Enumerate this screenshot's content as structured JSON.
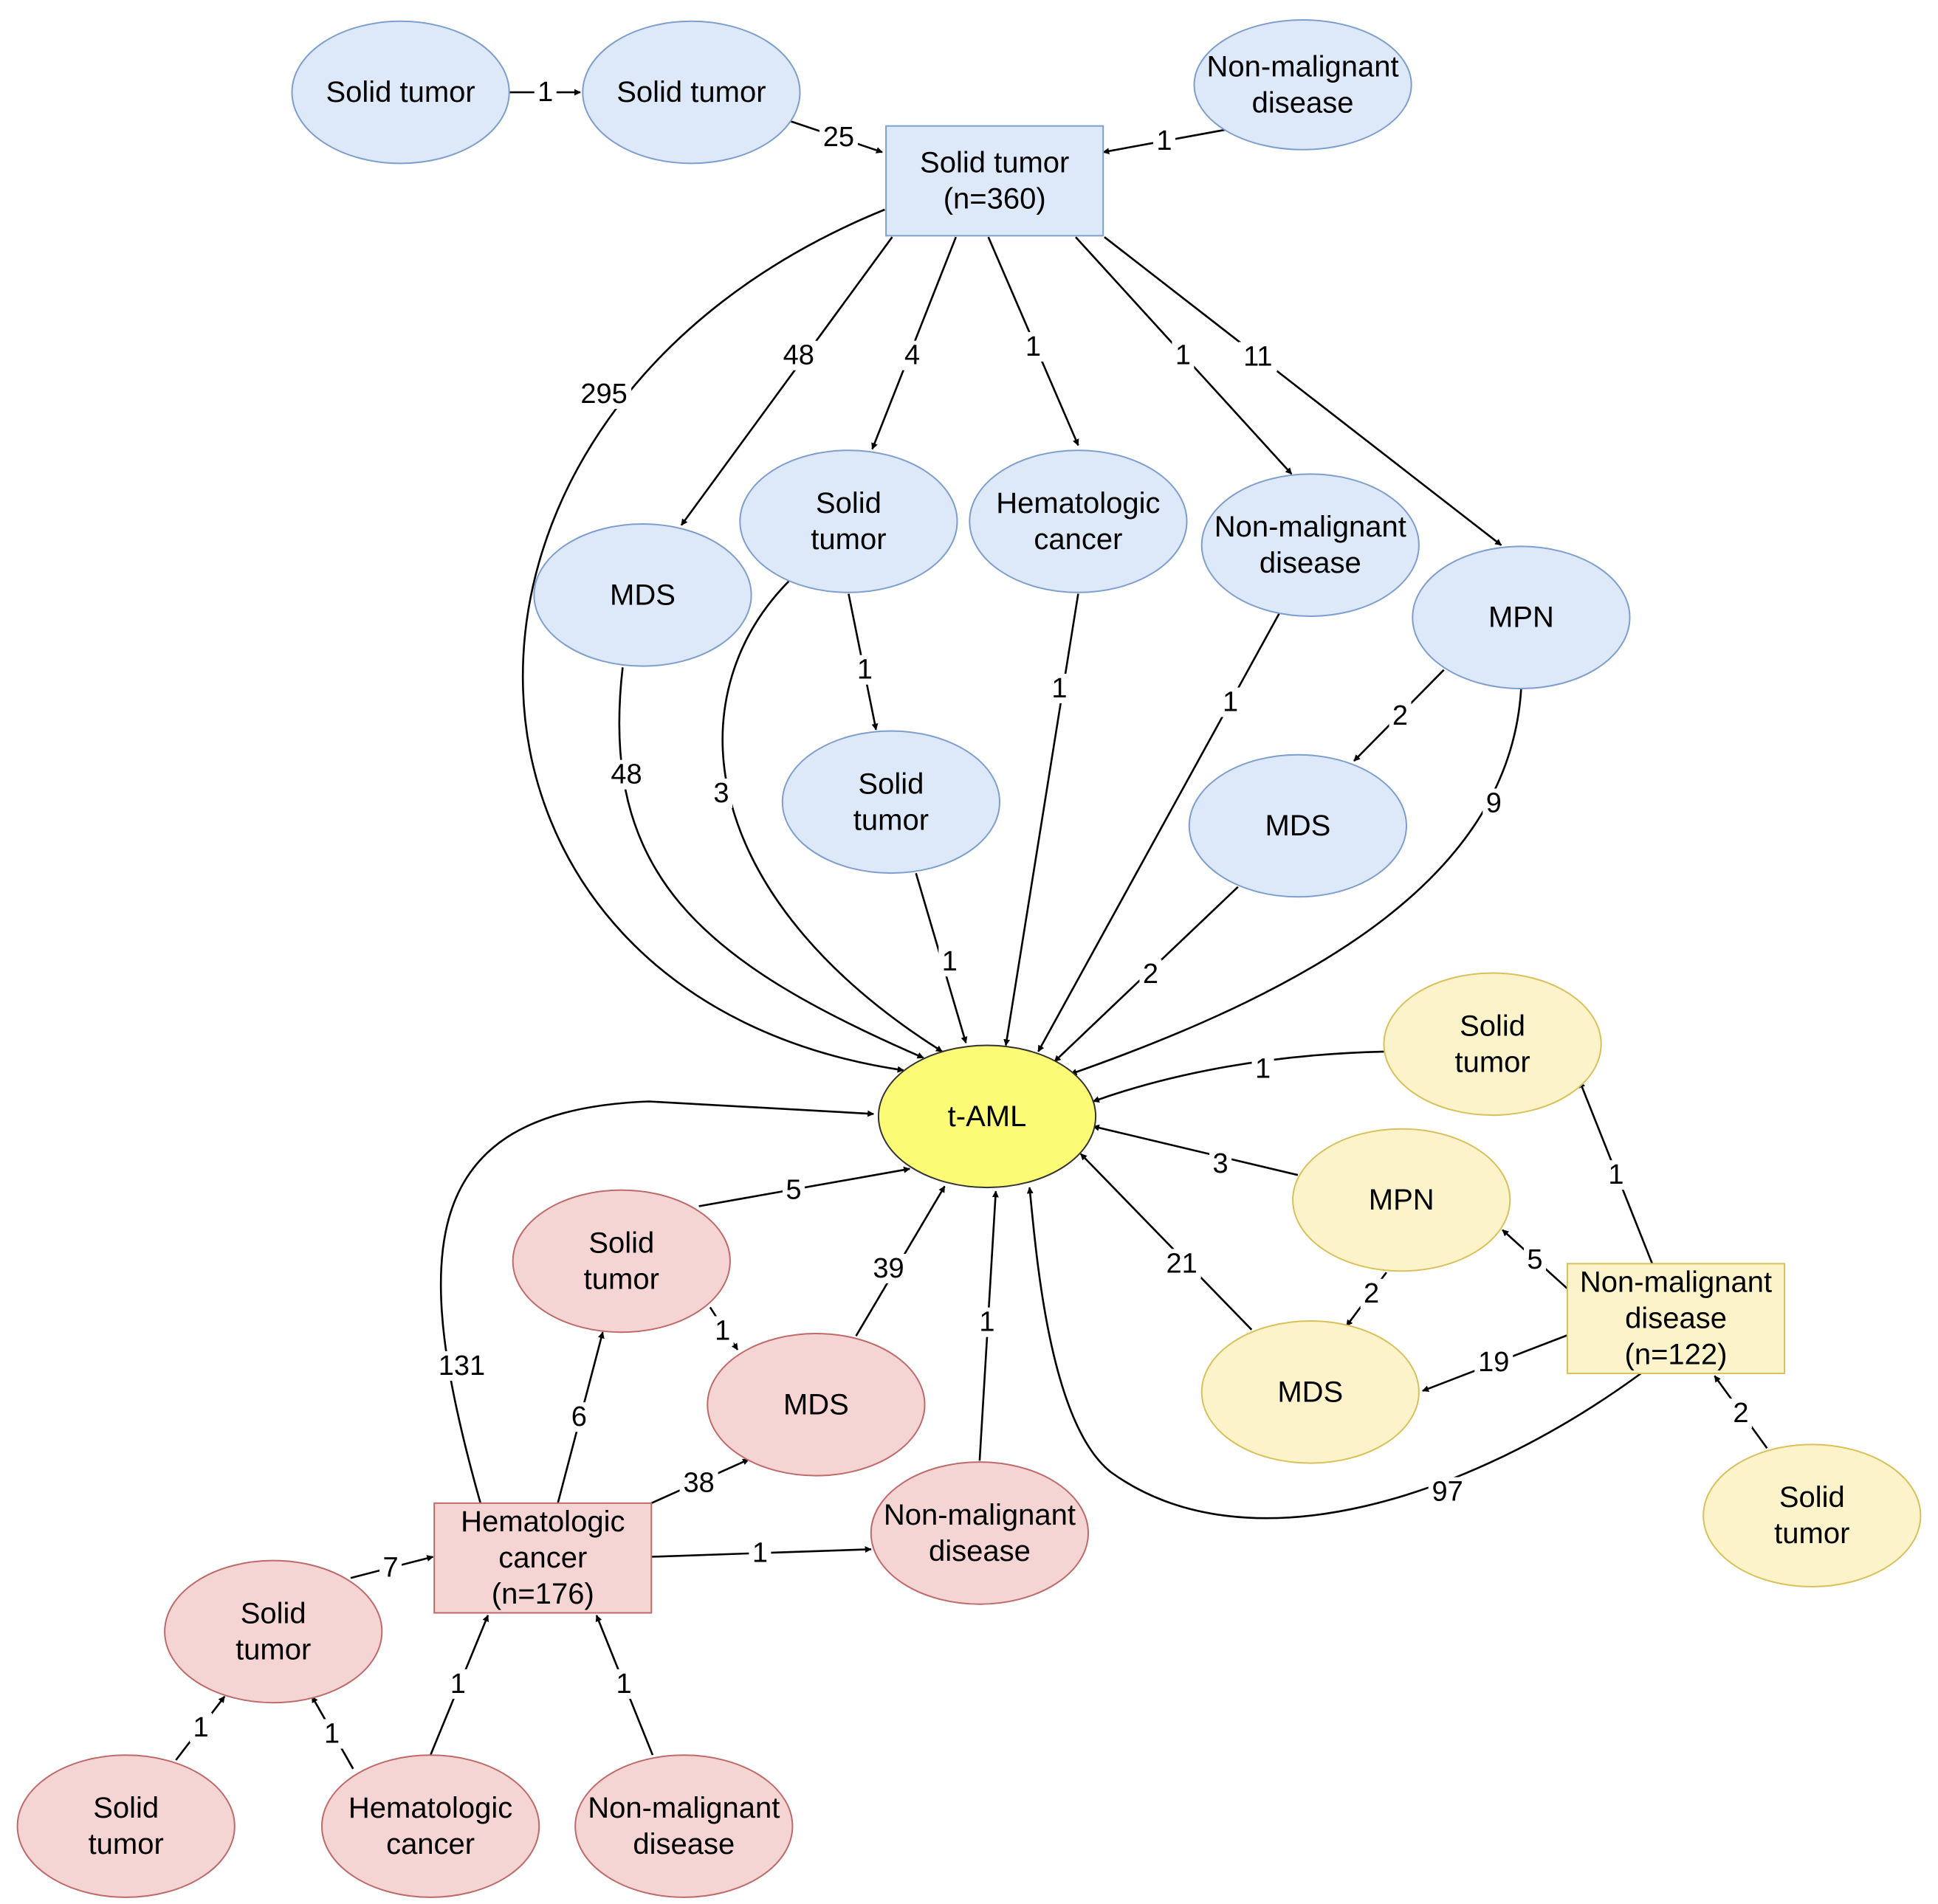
{
  "colors": {
    "blue_fill": "#dde9f9",
    "blue_stroke": "#7e9ecd",
    "red_fill": "#f5d4d4",
    "red_stroke": "#bf6a6a",
    "yellow_fill": "#fdf3ca",
    "yellow_stroke": "#d8c05a",
    "center_fill": "#fcfb76",
    "center_stroke": "#333333",
    "edge": "#000000"
  },
  "nodes": [
    {
      "id": "taml",
      "lines": [
        "t-AML"
      ],
      "group": "center"
    },
    {
      "id": "b_root",
      "lines": [
        "Solid tumor",
        "(n=360)"
      ],
      "group": "blue",
      "shape": "rect"
    },
    {
      "id": "b_st_a",
      "lines": [
        "Solid tumor"
      ],
      "group": "blue"
    },
    {
      "id": "b_st_b",
      "lines": [
        "Solid tumor"
      ],
      "group": "blue"
    },
    {
      "id": "b_nm_top",
      "lines": [
        "Non-malignant",
        "disease"
      ],
      "group": "blue"
    },
    {
      "id": "b_mds",
      "lines": [
        "MDS"
      ],
      "group": "blue"
    },
    {
      "id": "b_st_mid",
      "lines": [
        "Solid",
        "tumor"
      ],
      "group": "blue"
    },
    {
      "id": "b_hc",
      "lines": [
        "Hematologic",
        "cancer"
      ],
      "group": "blue"
    },
    {
      "id": "b_nm_mid",
      "lines": [
        "Non-malignant",
        "disease"
      ],
      "group": "blue"
    },
    {
      "id": "b_mpn",
      "lines": [
        "MPN"
      ],
      "group": "blue"
    },
    {
      "id": "b_st_low",
      "lines": [
        "Solid",
        "tumor"
      ],
      "group": "blue"
    },
    {
      "id": "b_mds2",
      "lines": [
        "MDS"
      ],
      "group": "blue"
    },
    {
      "id": "y_root",
      "lines": [
        "Non-malignant",
        "disease",
        "(n=122)"
      ],
      "group": "yellow",
      "shape": "rect"
    },
    {
      "id": "y_st_top",
      "lines": [
        "Solid",
        "tumor"
      ],
      "group": "yellow"
    },
    {
      "id": "y_mpn",
      "lines": [
        "MPN"
      ],
      "group": "yellow"
    },
    {
      "id": "y_mds",
      "lines": [
        "MDS"
      ],
      "group": "yellow"
    },
    {
      "id": "y_st_bot",
      "lines": [
        "Solid",
        "tumor"
      ],
      "group": "yellow"
    },
    {
      "id": "r_root",
      "lines": [
        "Hematologic",
        "cancer",
        "(n=176)"
      ],
      "group": "red",
      "shape": "rect"
    },
    {
      "id": "r_st",
      "lines": [
        "Solid",
        "tumor"
      ],
      "group": "red"
    },
    {
      "id": "r_mds",
      "lines": [
        "MDS"
      ],
      "group": "red"
    },
    {
      "id": "r_nm",
      "lines": [
        "Non-malignant",
        "disease"
      ],
      "group": "red"
    },
    {
      "id": "r_st_left",
      "lines": [
        "Solid",
        "tumor"
      ],
      "group": "red"
    },
    {
      "id": "r_st_ll",
      "lines": [
        "Solid",
        "tumor"
      ],
      "group": "red"
    },
    {
      "id": "r_hc_b",
      "lines": [
        "Hematologic",
        "cancer"
      ],
      "group": "red"
    },
    {
      "id": "r_nm_b",
      "lines": [
        "Non-malignant",
        "disease"
      ],
      "group": "red"
    }
  ],
  "edges": [
    {
      "id": "e_sta_stb",
      "label": "1"
    },
    {
      "id": "e_stb_root",
      "label": "25"
    },
    {
      "id": "e_nmtop_root",
      "label": "1"
    },
    {
      "id": "e_root_taml",
      "label": "295"
    },
    {
      "id": "e_root_mds",
      "label": "48"
    },
    {
      "id": "e_root_stmid",
      "label": "4"
    },
    {
      "id": "e_root_hc",
      "label": "1"
    },
    {
      "id": "e_root_nmmid",
      "label": "1"
    },
    {
      "id": "e_root_mpn",
      "label": "11"
    },
    {
      "id": "e_mds_taml",
      "label": "48"
    },
    {
      "id": "e_stmid_taml",
      "label": "3"
    },
    {
      "id": "e_stmid_stlow",
      "label": "1"
    },
    {
      "id": "e_stlow_taml",
      "label": "1"
    },
    {
      "id": "e_hc_taml",
      "label": "1"
    },
    {
      "id": "e_nmmid_taml",
      "label": "1"
    },
    {
      "id": "e_mpn_mds2",
      "label": "2"
    },
    {
      "id": "e_mpn_taml",
      "label": "9"
    },
    {
      "id": "e_mds2_taml",
      "label": "2"
    },
    {
      "id": "e_yst_taml",
      "label": "1"
    },
    {
      "id": "e_ympn_taml",
      "label": "3"
    },
    {
      "id": "e_ymds_taml",
      "label": "21"
    },
    {
      "id": "e_ympn_ymds",
      "label": "2"
    },
    {
      "id": "e_yroot_ympn",
      "label": "5"
    },
    {
      "id": "e_yroot_ymds",
      "label": "19"
    },
    {
      "id": "e_yroot_yst",
      "label": "1"
    },
    {
      "id": "e_ystbot_yroot",
      "label": "2"
    },
    {
      "id": "e_yroot_taml",
      "label": "97"
    },
    {
      "id": "e_rroot_taml",
      "label": "131"
    },
    {
      "id": "e_rst_taml",
      "label": "5"
    },
    {
      "id": "e_rmds_taml",
      "label": "39"
    },
    {
      "id": "e_rnm_taml",
      "label": "1"
    },
    {
      "id": "e_rst_rmds",
      "label": "1"
    },
    {
      "id": "e_rroot_rst",
      "label": "6"
    },
    {
      "id": "e_rroot_rmds",
      "label": "38"
    },
    {
      "id": "e_rroot_rnm",
      "label": "1"
    },
    {
      "id": "e_rstleft_rroot",
      "label": "7"
    },
    {
      "id": "e_rstll_rstleft",
      "label": "1"
    },
    {
      "id": "e_rhcb_rstleft",
      "label": "1"
    },
    {
      "id": "e_rhcb_rroot",
      "label": "1"
    },
    {
      "id": "e_rnmb_rroot",
      "label": "1"
    }
  ]
}
